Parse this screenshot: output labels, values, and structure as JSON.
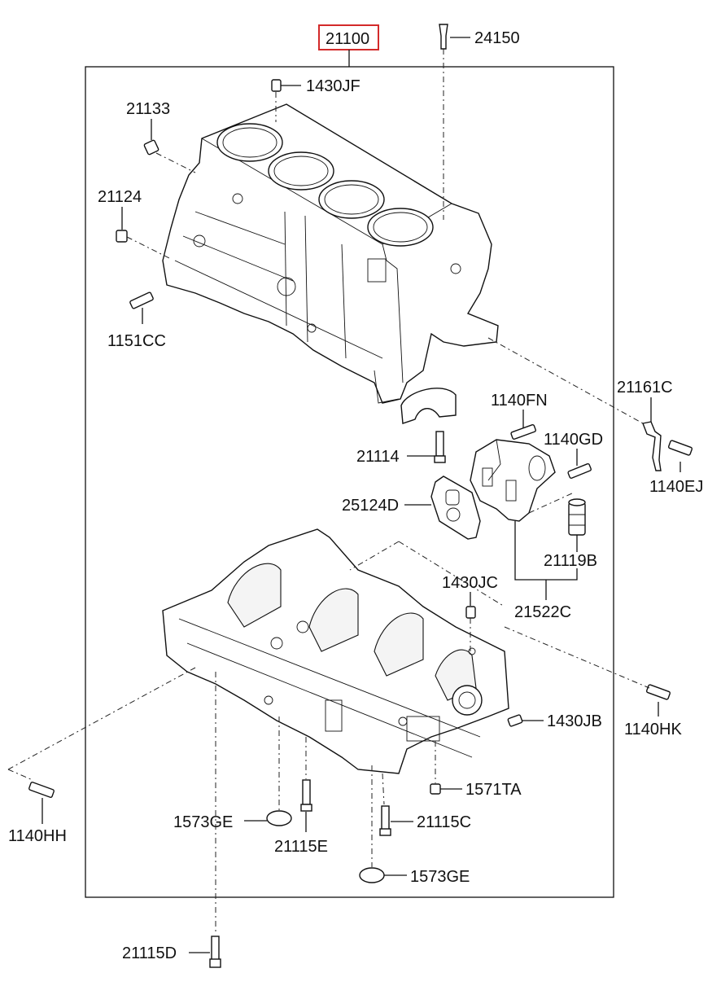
{
  "highlight_color": "#d32a2a",
  "parts": {
    "p21100": "21100",
    "p24150": "24150",
    "p1430JF": "1430JF",
    "p21133": "21133",
    "p21124": "21124",
    "p1151CC": "1151CC",
    "p21161C": "21161C",
    "p1140FN": "1140FN",
    "p1140GD": "1140GD",
    "p21114": "21114",
    "p1140EJ": "1140EJ",
    "p25124D": "25124D",
    "p21119B": "21119B",
    "p1430JC": "1430JC",
    "p21522C": "21522C",
    "p1140HK": "1140HK",
    "p1430JB": "1430JB",
    "p1140HH": "1140HH",
    "p1571TA": "1571TA",
    "p1573GE_a": "1573GE",
    "p21115C": "21115C",
    "p21115E": "21115E",
    "p1573GE_b": "1573GE",
    "p21115D": "21115D"
  }
}
